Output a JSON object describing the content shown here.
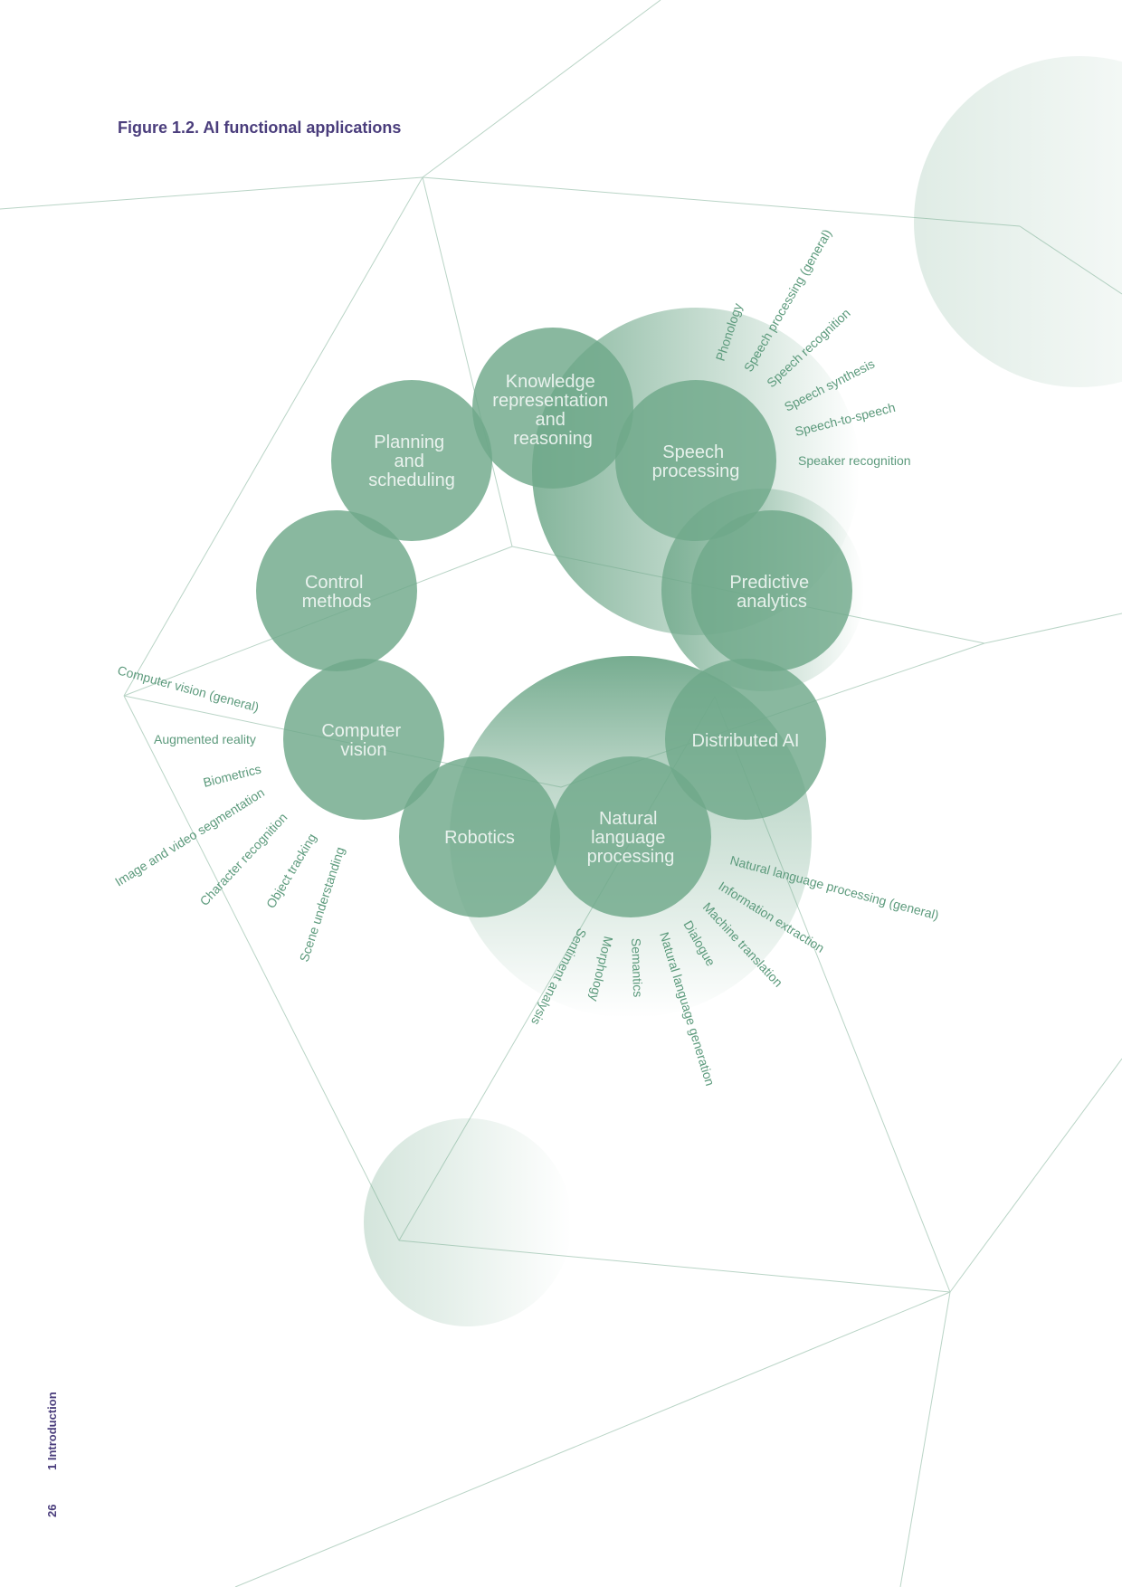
{
  "figure": {
    "title": "Figure 1.2. AI functional applications"
  },
  "footer": {
    "page_number": "26",
    "section": "1 Introduction"
  },
  "colors": {
    "title": "#4a3d7c",
    "node_fill": "#6fa88a",
    "leaf_text": "#5c9a7c",
    "background_lines": "#b9d4c6",
    "halo": "#6fa88a"
  },
  "nodes": [
    {
      "id": "knowledge",
      "label": [
        "Knowledge",
        "representation",
        "and",
        "reasoning"
      ]
    },
    {
      "id": "planning",
      "label": [
        "Planning",
        "and",
        "scheduling"
      ]
    },
    {
      "id": "speech",
      "label": [
        "Speech",
        "processing"
      ]
    },
    {
      "id": "control",
      "label": [
        "Control",
        "methods"
      ]
    },
    {
      "id": "predictive",
      "label": [
        "Predictive",
        "analytics"
      ]
    },
    {
      "id": "vision",
      "label": [
        "Computer",
        "vision"
      ]
    },
    {
      "id": "distributed",
      "label": [
        "Distributed AI"
      ]
    },
    {
      "id": "robotics",
      "label": [
        "Robotics"
      ]
    },
    {
      "id": "nlp",
      "label": [
        "Natural",
        "language",
        "processing"
      ]
    }
  ],
  "leaves": {
    "speech": [
      "Phonology",
      "Speech processing (general)",
      "Speech recognition",
      "Speech synthesis",
      "Speech-to-speech",
      "Speaker recognition"
    ],
    "vision": [
      "Computer vision (general)",
      "Augmented reality",
      "Biometrics",
      "Image and video segmentation",
      "Character recognition",
      "Object tracking",
      "Scene understanding"
    ],
    "nlp": [
      "Natural language processing (general)",
      "Information extraction",
      "Machine translation",
      "Dialogue",
      "Natural language generation",
      "Semantics",
      "Morphology",
      "Sentiment analysis"
    ]
  }
}
